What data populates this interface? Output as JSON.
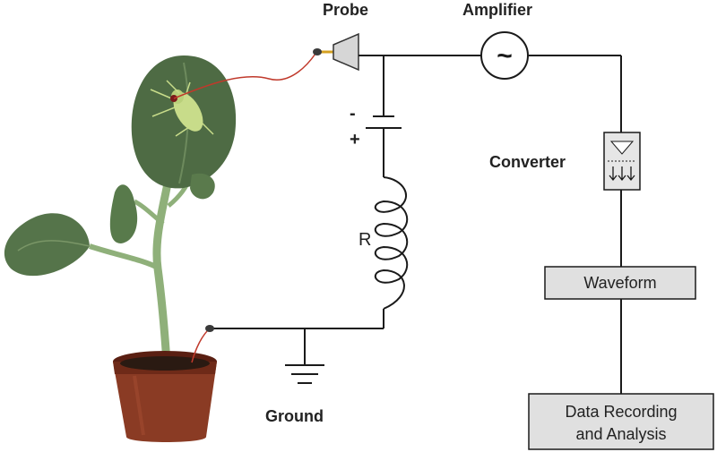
{
  "labels": {
    "probe": "Probe",
    "amplifier": "Amplifier",
    "converter": "Converter",
    "resistor": "R",
    "ground": "Ground",
    "minus": "-",
    "plus": "+"
  },
  "boxes": {
    "waveform": "Waveform",
    "data_recording_line1": "Data Recording",
    "data_recording_line2": "and Analysis"
  },
  "icons": {
    "amplifier_symbol": "~",
    "probe": "probe-icon",
    "converter": "converter-icon",
    "ground": "ground-icon",
    "plant": "plant-icon",
    "insect": "insect-icon"
  },
  "colors": {
    "wire": "#1a1a1a",
    "box_fill": "#e0e0e0",
    "probe_wire": "#c0392b",
    "leaf": "#4f6f45",
    "pot": "#7a2e1c"
  }
}
